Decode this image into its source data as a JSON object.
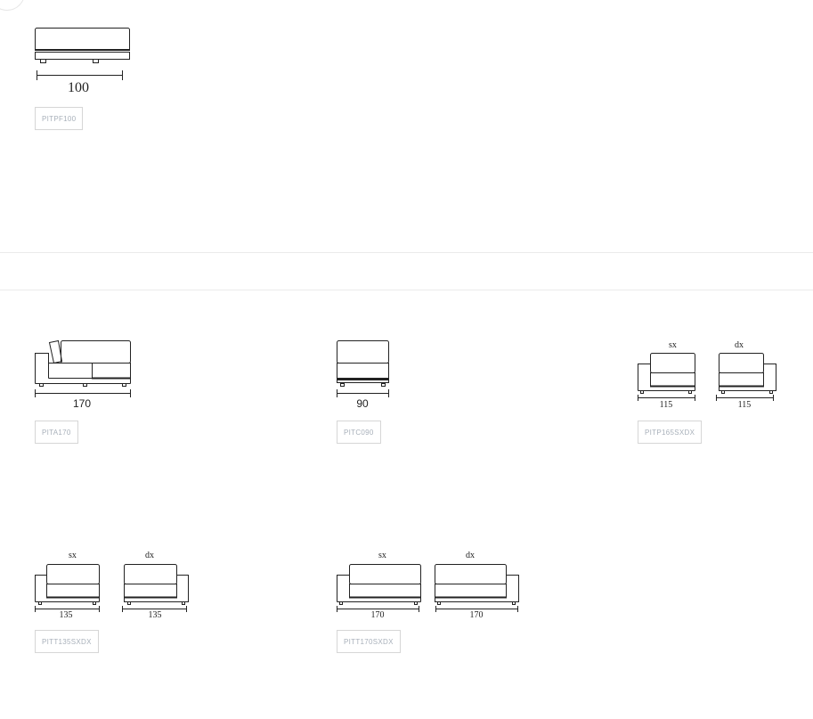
{
  "modules": [
    {
      "dimension": "100",
      "code": "PITPF100"
    },
    {
      "dimension": "170",
      "code": "PITA170"
    },
    {
      "dimension": "90",
      "code": "PITC090"
    },
    {
      "left_label": "sx",
      "right_label": "dx",
      "left_dimension": "115",
      "right_dimension": "115",
      "code": "PITP165SXDX"
    },
    {
      "left_label": "sx",
      "right_label": "dx",
      "left_dimension": "135",
      "right_dimension": "135",
      "code": "PITT135SXDX"
    },
    {
      "left_label": "sx",
      "right_label": "dx",
      "left_dimension": "170",
      "right_dimension": "170",
      "code": "PITT170SXDX"
    }
  ]
}
